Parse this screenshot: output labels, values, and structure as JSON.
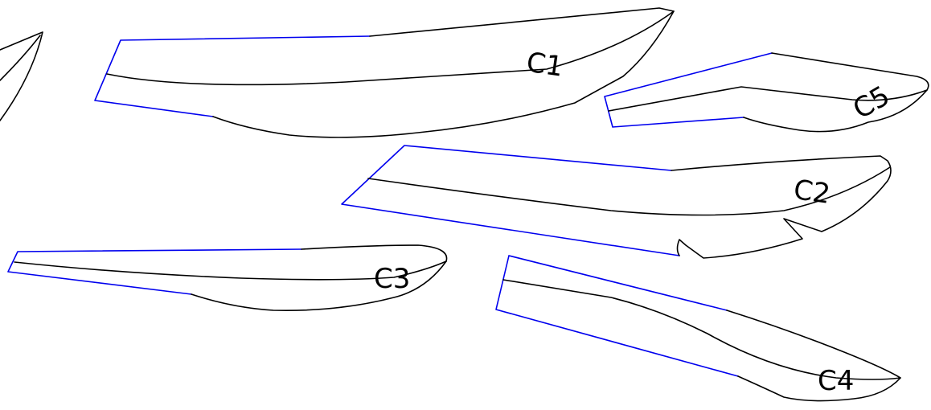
{
  "diagram": {
    "pieces": [
      {
        "id": "partial-piece",
        "label": ""
      },
      {
        "id": "c1",
        "label": "C1"
      },
      {
        "id": "c5",
        "label": "C5"
      },
      {
        "id": "c2",
        "label": "C2"
      },
      {
        "id": "c3",
        "label": "C3"
      },
      {
        "id": "c4",
        "label": "C4"
      }
    ],
    "colors": {
      "outline": "#000000",
      "cut_edge": "#0000ee",
      "background": "#ffffff"
    }
  }
}
